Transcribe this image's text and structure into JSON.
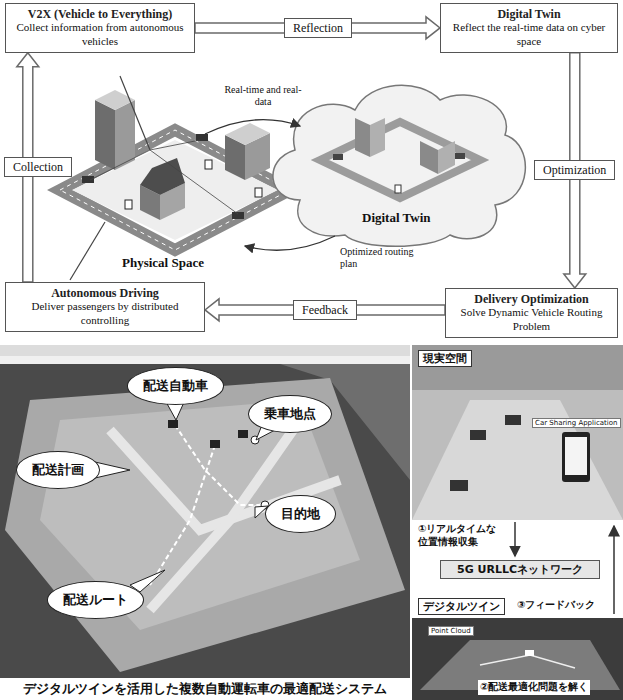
{
  "diagram": {
    "caption": "デジタルツインを活用した複数自動運転車の最適配送システム",
    "nodes": [
      {
        "text": [
          "V2X (Vehicle to Everything)",
          "Collect information from autonomous vehicles"
        ]
      },
      {
        "text": [
          "Digital Twin",
          "Reflect the real-time data on cyber space"
        ]
      },
      {
        "text": [
          "Delivery Optimization",
          "Solve Dynamic Vehicle Routing Problem"
        ]
      },
      {
        "text": [
          "Autonomous Driving",
          "Deliver passengers by distributed controlling"
        ]
      },
      {
        "text": [
          "配送自動車"
        ]
      },
      {
        "text": [
          "乗車地点"
        ]
      },
      {
        "text": [
          "配送計画"
        ]
      },
      {
        "text": [
          "目的地"
        ]
      },
      {
        "text": [
          "配送ルート"
        ]
      },
      {
        "text": [
          "現実空間"
        ]
      },
      {
        "text": [
          "5G URLLCネットワーク"
        ]
      },
      {
        "text": [
          "デジタルツイン"
        ]
      }
    ],
    "edges": [
      {
        "from": 0,
        "to": 1,
        "arrow": "to",
        "label": "Reflection"
      },
      {
        "from": 1,
        "to": 2,
        "arrow": "to",
        "label": "Optimization"
      },
      {
        "from": 2,
        "to": 3,
        "arrow": "to",
        "label": "Feedback"
      },
      {
        "from": 3,
        "to": 0,
        "arrow": "to",
        "label": "Collection"
      }
    ],
    "labels": [
      "Physical Space",
      "Digital Twin",
      "Real-time and real-data",
      "Optimized routing plan",
      "①リアルタイムな位置情報収集",
      "③フィードバック",
      "②配送最適化問題を解く",
      "Car Sharing Application",
      "Point Cloud"
    ]
  }
}
